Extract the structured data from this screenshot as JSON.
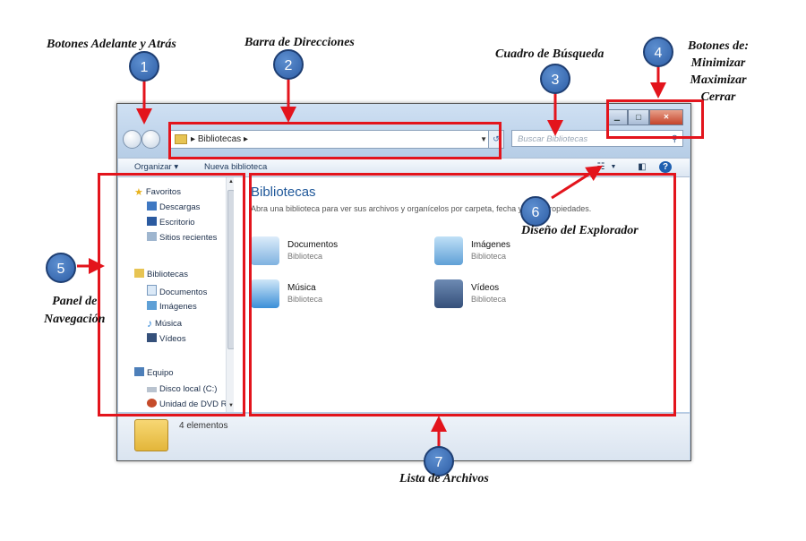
{
  "window": {
    "address_path": "Bibliotecas",
    "search_placeholder": "Buscar Bibliotecas",
    "toolbar": {
      "organize": "Organizar ▾",
      "new_library": "Nueva biblioteca"
    },
    "nav_pane": {
      "items": [
        {
          "label": "Favoritos",
          "icon": "star-icon"
        },
        {
          "label": "Descargas",
          "icon": "downloads-icon"
        },
        {
          "label": "Escritorio",
          "icon": "desktop-icon"
        },
        {
          "label": "Sitios recientes",
          "icon": "recent-places-icon"
        },
        {
          "label": "Bibliotecas",
          "icon": "library-icon"
        },
        {
          "label": "Documentos",
          "icon": "documents-icon"
        },
        {
          "label": "Imágenes",
          "icon": "pictures-icon"
        },
        {
          "label": "Música",
          "icon": "music-icon"
        },
        {
          "label": "Vídeos",
          "icon": "videos-icon"
        },
        {
          "label": "Equipo",
          "icon": "computer-icon"
        },
        {
          "label": "Disco local (C:)",
          "icon": "disk-icon"
        },
        {
          "label": "Unidad de DVD R",
          "icon": "dvd-icon"
        }
      ]
    },
    "main": {
      "title": "Bibliotecas",
      "subtitle": "Abra una biblioteca para ver sus archivos y organícelos por carpeta, fecha y otras propiedades.",
      "libraries": [
        {
          "name": "Documentos",
          "type": "Biblioteca",
          "color": "#7fb2e0"
        },
        {
          "name": "Imágenes",
          "type": "Biblioteca",
          "color": "#5fa0d6"
        },
        {
          "name": "Música",
          "type": "Biblioteca",
          "color": "#3b8fd8"
        },
        {
          "name": "Vídeos",
          "type": "Biblioteca",
          "color": "#35507a"
        }
      ]
    },
    "status": "4 elementos"
  },
  "annotations": [
    {
      "number": "1",
      "label": "Botones Adelante y Atrás"
    },
    {
      "number": "2",
      "label": "Barra de Direcciones"
    },
    {
      "number": "3",
      "label": "Cuadro de Búsqueda"
    },
    {
      "number": "4",
      "label_lines": [
        "Botones de:",
        "Minimizar",
        "Maximizar",
        "Cerrar"
      ]
    },
    {
      "number": "5",
      "label_lines": [
        "Panel de",
        "Navegación"
      ]
    },
    {
      "number": "6",
      "label": "Diseño del Explorador"
    },
    {
      "number": "7",
      "label": "Lista de Archivos"
    }
  ],
  "accent": "#e3141c"
}
